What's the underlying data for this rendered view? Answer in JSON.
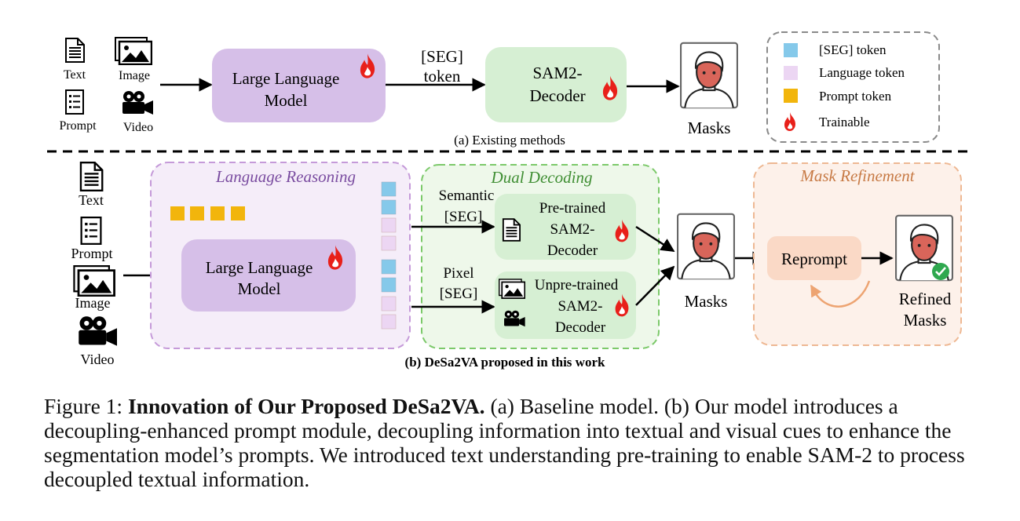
{
  "top": {
    "inputs": {
      "text": "Text",
      "image": "Image",
      "prompt": "Prompt",
      "video": "Video"
    },
    "llm": [
      "Large Language",
      "Model"
    ],
    "seg_label": [
      "[SEG]",
      "token"
    ],
    "decoder": [
      "SAM2-",
      "Decoder"
    ],
    "masks": "Masks",
    "legend": [
      "[SEG] token",
      "Language token",
      "Prompt token",
      "Trainable"
    ],
    "caption": "(a) Existing methods"
  },
  "bottom": {
    "inputs": {
      "text": "Text",
      "prompt": "Prompt",
      "image": "Image",
      "video": "Video"
    },
    "reasoning_title": "Language Reasoning",
    "llm": [
      "Large Language",
      "Model"
    ],
    "dual_title": "Dual Decoding",
    "semantic_label": [
      "Semantic",
      "[SEG]"
    ],
    "pixel_label": [
      "Pixel",
      "[SEG]"
    ],
    "pretrained_decoder": [
      "Pre-trained",
      "SAM2-",
      "Decoder"
    ],
    "unpretrained_decoder": [
      "Unpre-trained",
      "SAM2-",
      "Decoder"
    ],
    "masks": "Masks",
    "refinement_title": "Mask Refinement",
    "reprompt": "Reprompt",
    "refined_masks": [
      "Refined",
      "Masks"
    ],
    "caption": "(b) DeSa2VA proposed in this work"
  },
  "figure_caption": {
    "prefix": "Figure 1: ",
    "title": "Innovation of Our Proposed DeSa2VA.",
    "body": " (a) Baseline model. (b) Our model introduces a decoupling-enhanced prompt module, decoupling information into textual and visual cues to enhance the segmentation model’s prompts. We introduced text understanding pre-training to enable SAM-2 to process decoupled textual information."
  },
  "colors": {
    "llm_fill": "#d6bfe8",
    "decoder_fill": "#d6efd3",
    "seg_token": "#85c9ea",
    "language_token": "#ecd6f3",
    "prompt_token": "#f2b50c",
    "flame": "#e8201a",
    "reasoning_border": "#c59ad9",
    "reasoning_title": "#7a4ca0",
    "dual_border": "#7cc96a",
    "dual_title": "#3f8e33",
    "refine_border": "#eeb893",
    "refine_title": "#c77a45",
    "face": "#d9655a"
  }
}
